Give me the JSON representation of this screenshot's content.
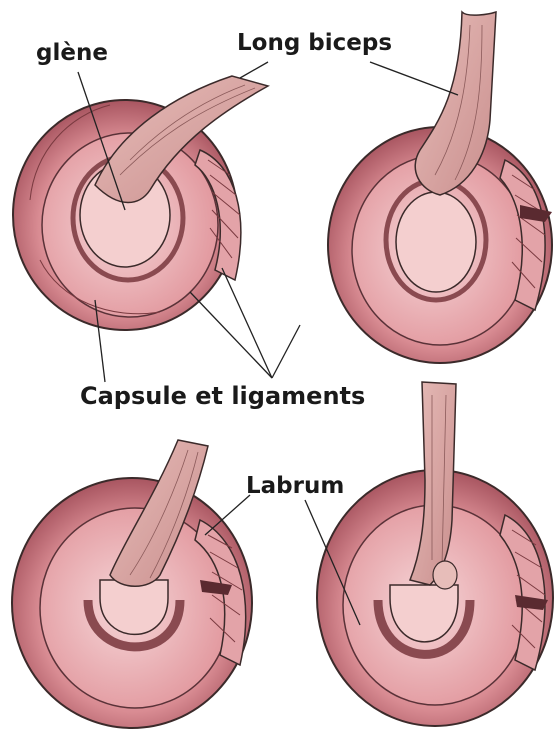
{
  "labels": {
    "glene": "glène",
    "long_biceps": "Long biceps",
    "capsule": "Capsule et ligaments",
    "labrum": "Labrum"
  },
  "colors": {
    "rim": "#d98c93",
    "rim_dark": "#7a3a40",
    "fossa": "#e8a8ad",
    "glenoid": "#f4cfcf",
    "tendon": "#dca9a6",
    "outline": "#3b2a2a",
    "leader": "#222222"
  }
}
